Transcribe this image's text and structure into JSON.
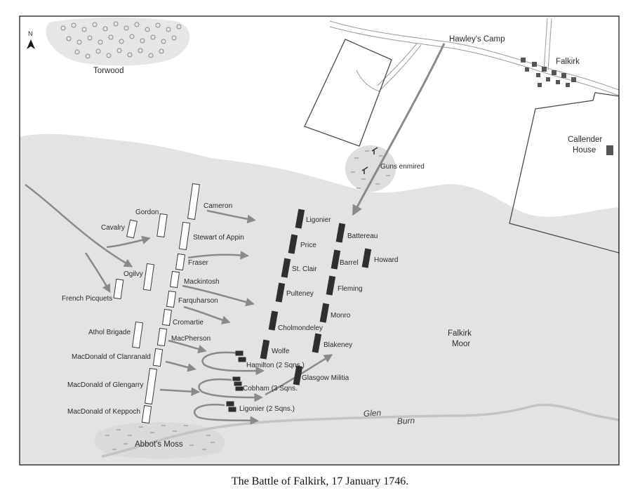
{
  "caption": "The Battle of Falkirk, 17 January 1746.",
  "north_label": "N",
  "places": {
    "torwood": "Torwood",
    "hawleys_camp": "Hawley's Camp",
    "falkirk": "Falkirk",
    "callender_house_1": "Callender",
    "callender_house_2": "House",
    "guns": "Guns enmired",
    "moor_1": "Falkirk",
    "moor_2": "Moor",
    "abbots_moss": "Abbot's Moss",
    "glen": "Glen",
    "burn": "Burn"
  },
  "jacobite_units": [
    "Cameron",
    "Gordon",
    "Cavalry",
    "Stewart of Appin",
    "Fraser",
    "Ogilvy",
    "Mackintosh",
    "French Picquets",
    "Farquharson",
    "Cromartie",
    "Athol Brigade",
    "MacPherson",
    "MacDonald of Clanranald",
    "MacDonald of Glengarry",
    "MacDonald of Keppoch"
  ],
  "government_units": [
    "Ligonier",
    "Battereau",
    "Price",
    "Barrel",
    "Howard",
    "St. Clair",
    "Fleming",
    "Pulteney",
    "Monro",
    "Cholmondeley",
    "Blakeney",
    "Wolfe",
    "Glasgow Militia"
  ],
  "government_cavalry": [
    "Hamilton (2 Sqns.)",
    "Cobham (3 Sqns.",
    "Ligonier (2 Sqns.)"
  ],
  "colors": {
    "moor": "#e3e3e3",
    "arrow": "#8a8a8a",
    "government": "#2f2f2f",
    "river": "#c4c4c4",
    "frame": "#1a1a1a"
  }
}
